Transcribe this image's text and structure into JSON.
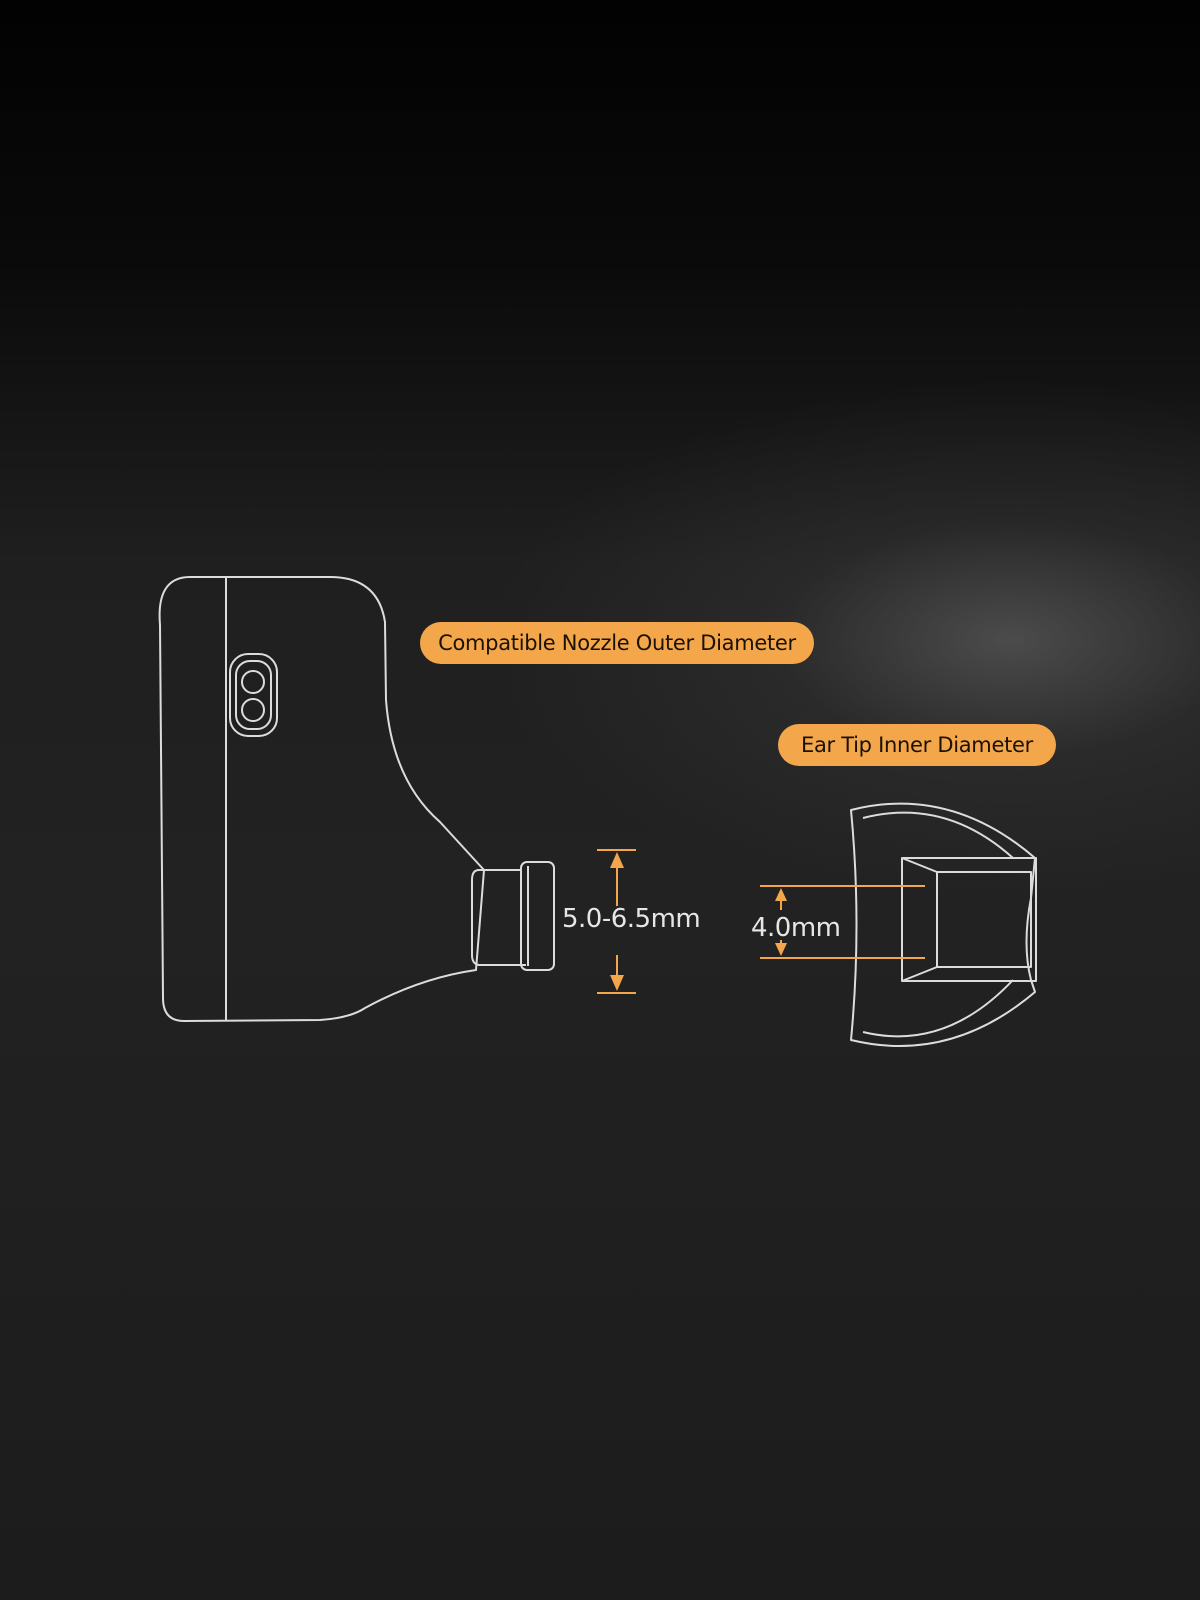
{
  "labels": {
    "nozzle_label": "Compatible Nozzle Outer Diameter",
    "tip_label": "Ear Tip Inner Diameter"
  },
  "dimensions": {
    "nozzle_range": "5.0-6.5mm",
    "tip_inner": "4.0mm"
  },
  "colors": {
    "accent": "#f3a64a",
    "line": "#e2e2e2",
    "background": "#1b1b1b"
  }
}
